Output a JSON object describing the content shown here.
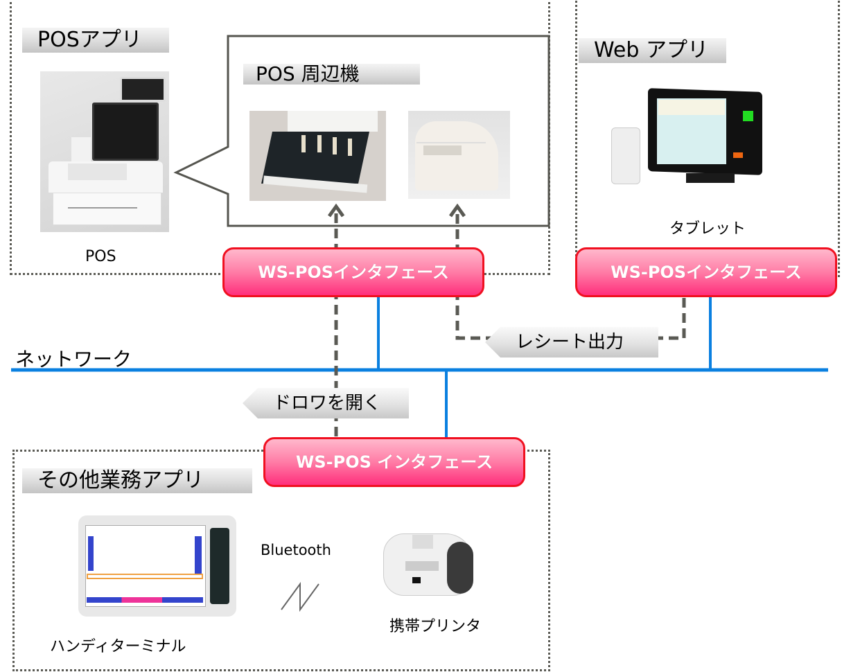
{
  "diagram": {
    "sections": {
      "pos_app": {
        "title": "POSアプリ",
        "device_label": "POS"
      },
      "peripherals": {
        "title": "POS 周辺機",
        "items": [
          "キャッシュドロワ",
          "レシートプリンタ"
        ]
      },
      "web_app": {
        "title": "Web アプリ",
        "device_label": "タブレット"
      },
      "other_app": {
        "title": "その他業務アプリ",
        "device_labels": [
          "ハンディターミナル",
          "携帯プリンタ"
        ],
        "link_label": "Bluetooth"
      }
    },
    "interfaces": {
      "pos": "WS-POSインタフェース",
      "web": "WS-POSインタフェース",
      "other": "WS-POS インタフェース"
    },
    "network_label": "ネットワーク",
    "flows": {
      "receipt": "レシート出力",
      "drawer": "ドロワを開く"
    },
    "colors": {
      "network_line": "#0a80e0",
      "flow_line": "#5a5a54",
      "interface_border": "#f01020",
      "interface_fill_top": "#ffb8cc",
      "interface_fill_bottom": "#ff2f7c"
    }
  }
}
